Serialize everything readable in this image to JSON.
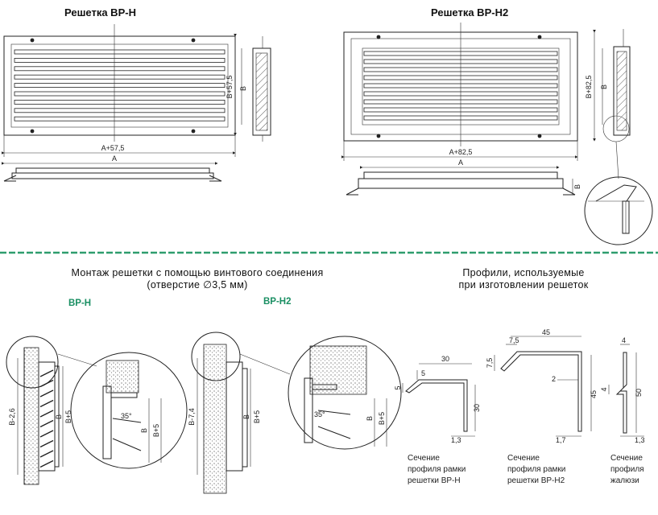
{
  "colors": {
    "accent_green": "#1a8f63",
    "separator_green": "#2e9d6e",
    "ink": "#222222"
  },
  "titles": {
    "vrn": "Решетка  ВР-Н",
    "vrn2": "Решетка  ВР-Н2"
  },
  "vrn_drawing": {
    "dim_height": "В+57,5",
    "dim_inner": "В",
    "dim_width": "А+57,5",
    "dim_a": "А"
  },
  "vrn2_drawing": {
    "dim_height": "В+82,5",
    "dim_inner": "В",
    "dim_width": "А+82,5",
    "dim_a": "А",
    "dim_b_side": "В"
  },
  "mounting": {
    "heading_line1": "Монтаж  решетки  с  помощью  винтового  соединения",
    "heading_line2": "(отверстие  ∅3,5  мм)",
    "label_vrn": "ВР-Н",
    "label_vrn2": "ВР-Н2",
    "vrn": {
      "dim_outer": "В-2,6",
      "dim_b": "В",
      "dim_b5": "В+5",
      "angle": "35°",
      "detail_b": "В",
      "detail_b5": "В+5"
    },
    "vrn2": {
      "dim_outer": "В-7,4",
      "dim_b": "В",
      "dim_b5": "В+5",
      "angle": "35°",
      "detail_b": "В",
      "detail_b5": "В+5"
    }
  },
  "profiles": {
    "heading_line1": "Профили,  используемые",
    "heading_line2": "при  изготовлении  решеток",
    "frame_vrn": {
      "dims": [
        "30",
        "5",
        "5",
        "30",
        "1,3"
      ],
      "caption": [
        "Сечение",
        "профиля рамки",
        "решетки ВР-Н"
      ]
    },
    "frame_vrn2": {
      "dims": [
        "45",
        "7,5",
        "7,5",
        "2",
        "45",
        "1,7"
      ],
      "caption": [
        "Сечение",
        "профиля рамки",
        "решетки ВР-Н2"
      ]
    },
    "louver": {
      "dims": [
        "4",
        "4",
        "50",
        "1,3"
      ],
      "caption": [
        "Сечение",
        "профиля",
        "жалюзи"
      ]
    }
  }
}
